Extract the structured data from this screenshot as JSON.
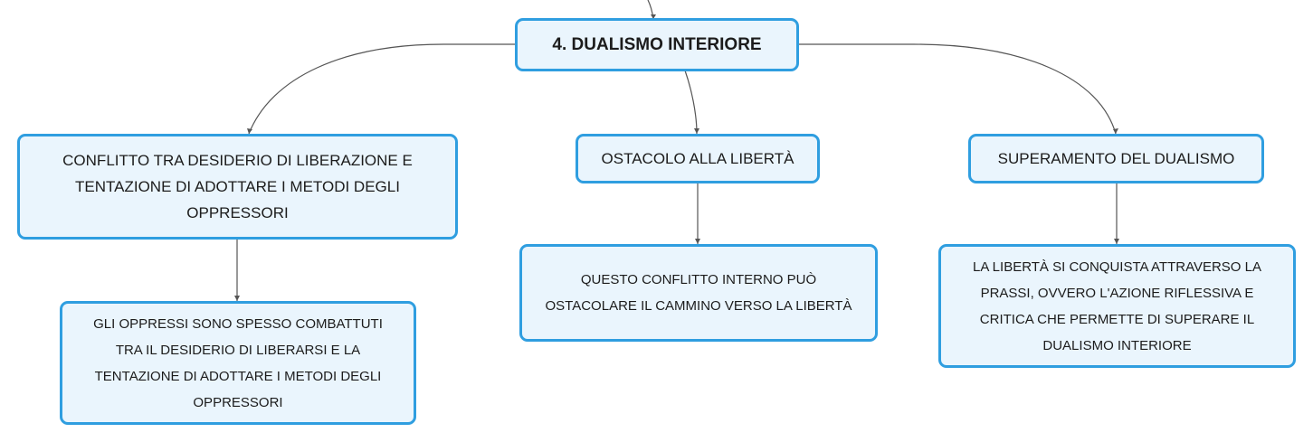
{
  "root": {
    "label": "4. DUALISMO INTERIORE"
  },
  "branches": [
    {
      "label": "CONFLITTO TRA DESIDERIO DI LIBERAZIONE E\nTENTAZIONE DI ADOTTARE I METODI DEGLI\nOPPRESSORI",
      "child": "GLI OPPRESSI SONO SPESSO COMBATTUTI\nTRA IL DESIDERIO DI LIBERARSI E LA\nTENTAZIONE DI ADOTTARE I METODI DEGLI\nOPPRESSORI"
    },
    {
      "label": "OSTACOLO ALLA LIBERTÀ",
      "child": "QUESTO CONFLITTO INTERNO PUÒ\nOSTACOLARE IL CAMMINO VERSO LA LIBERTÀ"
    },
    {
      "label": "SUPERAMENTO DEL DUALISMO",
      "child": "LA LIBERTÀ SI CONQUISTA ATTRAVERSO LA\nPRASSI, OVVERO L'AZIONE RIFLESSIVA E\nCRITICA CHE PERMETTE DI SUPERARE IL\nDUALISMO INTERIORE"
    }
  ],
  "colors": {
    "border": "#2f9ee0",
    "fill": "#eaf5fd",
    "connector": "#555555"
  }
}
